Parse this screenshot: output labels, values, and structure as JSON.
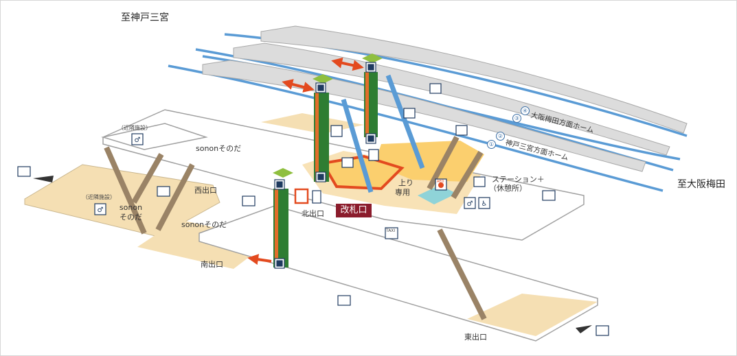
{
  "directions": {
    "kobe": "至神戸三宮",
    "osaka": "至大阪梅田"
  },
  "platforms": {
    "osaka_bound": "大阪梅田方面ホーム",
    "kobe_bound": "神戸三宮方面ホーム",
    "numbers": [
      "①",
      "②",
      "③",
      "④"
    ]
  },
  "exits": {
    "west": "西出口",
    "north": "北出口",
    "south": "南出口",
    "east": "東出口"
  },
  "ticket_gate": "改札口",
  "escalator_up_only": [
    "上り",
    "専用"
  ],
  "station_plus": [
    "ステーション＋",
    "（休憩所）"
  ],
  "facilities": {
    "sonon_top": "sononそのだ",
    "sonon_left": [
      "sonon",
      "そのだ"
    ],
    "sonon_mid": "sononそのだ",
    "kinrin_1": "（近隣施設）",
    "kinrin_2": "（近隣施設）"
  },
  "icon_texts": {
    "taxi": "TAXI",
    "aed": "AED"
  },
  "colors": {
    "track_blue": "#5a9bd5",
    "concourse_tan": "#f5dfb3",
    "ticket_area_yellow": "#fbcf6e",
    "gate_red": "#8b1c2c",
    "arrow_red": "#e34a1f",
    "elevator_green": "#2e7d32",
    "elevator_orange": "#e26e2a",
    "platform_gray": "#dcdcdc"
  }
}
